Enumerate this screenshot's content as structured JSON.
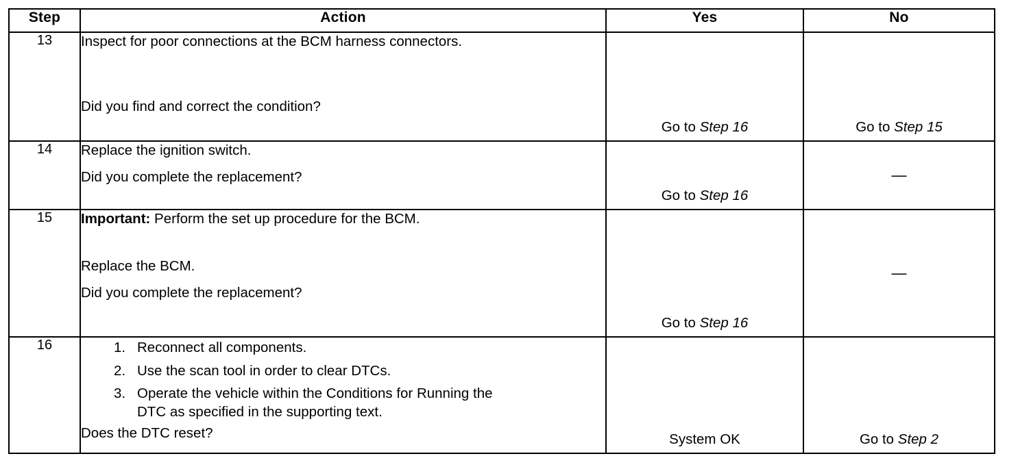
{
  "table": {
    "headers": {
      "step": "Step",
      "action": "Action",
      "yes": "Yes",
      "no": "No"
    },
    "rows": [
      {
        "step": "13",
        "action_lines": [
          "Inspect for poor connections at the BCM harness connectors.",
          "Did you find and correct the condition?"
        ],
        "yes_prefix": "Go to ",
        "yes_ref": "Step 16",
        "no_prefix": "Go to ",
        "no_ref": "Step 15"
      },
      {
        "step": "14",
        "action_lines": [
          "Replace the ignition switch.",
          "Did you complete the replacement?"
        ],
        "yes_prefix": "Go to ",
        "yes_ref": "Step 16",
        "no_dash": "—"
      },
      {
        "step": "15",
        "important_label": "Important:",
        "important_text": " Perform the set up procedure for the BCM.",
        "action_lines": [
          "Replace the BCM.",
          "Did you complete the replacement?"
        ],
        "yes_prefix": "Go to ",
        "yes_ref": "Step 16",
        "no_dash": "—"
      },
      {
        "step": "16",
        "list_items": [
          "Reconnect all components.",
          "Use the scan tool in order to clear DTCs.",
          "Operate the vehicle within the Conditions for Running the"
        ],
        "list_item_3_wrap": "DTC as specified in the supporting text.",
        "question": "Does the DTC reset?",
        "yes_text": "System OK",
        "no_prefix": "Go to ",
        "no_ref": "Step 2"
      }
    ]
  }
}
